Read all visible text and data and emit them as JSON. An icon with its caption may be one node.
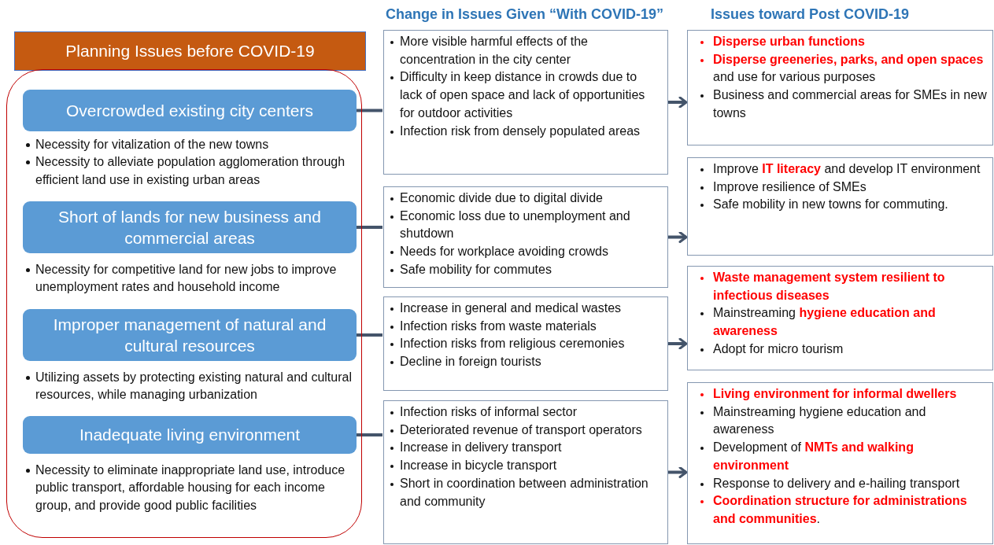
{
  "diagram": {
    "nodes": [
      {
        "text": [
          "Planning Issues before COVID-19"
        ]
      },
      {
        "text": [],
        "shape": "box"
      },
      {
        "text": [
          "Overcrowded existing city centers"
        ],
        "in": 1,
        "beside": [
          "Necessity for vitalization of the new towns",
          "Necessity to alleviate population agglomeration through efficient land use in existing urban areas"
        ]
      },
      {
        "text": [
          "Short of lands for new business and commercial areas"
        ],
        "in": 1,
        "beside": [
          "Necessity for competitive land for new jobs to improve unemployment rates and household income"
        ]
      },
      {
        "text": [
          "Improper management of natural and cultural resources"
        ],
        "in": 1,
        "beside": [
          "Utilizing assets by protecting existing natural and cultural resources, while managing urbanization"
        ]
      },
      {
        "text": [
          "Inadequate living environment"
        ],
        "in": 1,
        "beside": [
          "Necessity to eliminate inappropriate land use, introduce public transport, affordable housing for each income group, and provide good public facilities"
        ]
      },
      {
        "text": [
          "More visible harmful effects of the concentration in the city center",
          "Difficulty in keep distance in crowds due to lack of open space and lack of opportunities for outdoor activities",
          "Infection risk from densely populated areas"
        ]
      },
      {
        "text": [
          "Economic divide due to digital divide",
          "Economic loss due to unemployment and shutdown",
          "Needs for workplace avoiding crowds",
          "Safe mobility for commutes"
        ]
      },
      {
        "text": [
          "Increase in general and medical wastes",
          "Infection risks from waste materials",
          "Infection risks from religious ceremonies",
          "Decline in foreign tourists"
        ]
      },
      {
        "text": [
          "Infection risks of informal sector",
          "Deteriorated revenue of transport operators",
          "Increase in delivery transport",
          "Increase in bicycle transport",
          "Short in coordination between administration and community"
        ]
      },
      {
        "text": [
          "**Disperse urban functions**",
          "**Disperse greeneries, parks, and open spaces** and use for various purposes",
          "Business and commercial areas for SMEs in new towns"
        ]
      },
      {
        "text": [
          "Improve **IT literacy** and develop IT environment",
          "Improve resilience of SMEs",
          "Safe mobility in new towns for commuting."
        ]
      },
      {
        "text": [
          "**Waste management system resilient to infectious diseases**",
          "Mainstreaming **hygiene education and awareness**",
          "Adopt for micro tourism"
        ]
      },
      {
        "text": [
          "**Living environment for informal dwellers**",
          "Mainstreaming hygiene education and awareness",
          "Development of **NMTs and walking environment**",
          "Response to delivery and e-hailing transport",
          "**Coordination structure for administrations and communities**."
        ]
      }
    ],
    "edges": [
      {
        "from": 2,
        "to": 6,
        "arrow": "none"
      },
      {
        "from": 6,
        "to": 10,
        "arrow": "to"
      },
      {
        "from": 3,
        "to": 7,
        "arrow": "none"
      },
      {
        "from": 7,
        "to": 11,
        "arrow": "to"
      },
      {
        "from": 4,
        "to": 8,
        "arrow": "none"
      },
      {
        "from": 8,
        "to": 12,
        "arrow": "to"
      },
      {
        "from": 5,
        "to": 9,
        "arrow": "none"
      },
      {
        "from": 9,
        "to": 13,
        "arrow": "to"
      }
    ],
    "labels": [
      "Change in Issues Given “With COVID-19”",
      "Issues toward Post COVID-19"
    ]
  }
}
